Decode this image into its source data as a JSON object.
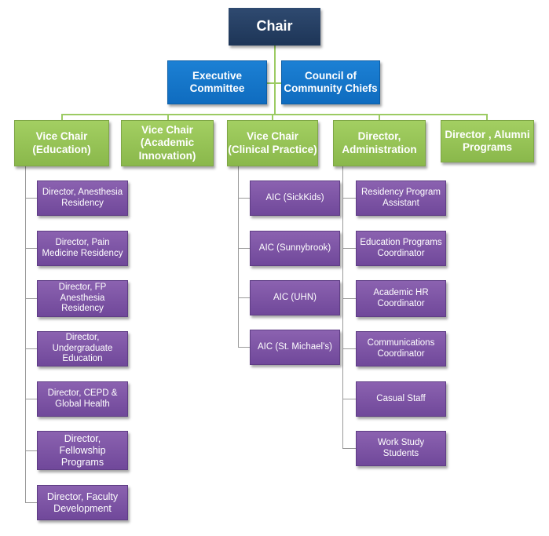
{
  "chair": "Chair",
  "executive_committee": "Executive\nCommittee",
  "council": "Council of\nCommunity Chiefs",
  "vp": [
    "Vice Chair\n(Education)",
    "Vice Chair\n(Academic\nInnovation)",
    "Vice Chair\n(Clinical Practice)",
    "Director,\nAdministration",
    "Director , Alumni\nPrograms"
  ],
  "education": [
    "Director, Anesthesia\nResidency",
    "Director, Pain\nMedicine Residency",
    "Director, FP\nAnesthesia\nResidency",
    "Director,\nUndergraduate\nEducation",
    "Director, CEPD &\nGlobal Health",
    "Director,\nFellowship\nPrograms",
    "Director, Faculty\nDevelopment"
  ],
  "clinical": [
    "AIC (SickKids)",
    "AIC (Sunnybrook)",
    "AIC (UHN)",
    "AIC (St. Michael’s)"
  ],
  "administration": [
    "Residency Program\nAssistant",
    "Education Programs\nCoordinator",
    "Academic HR\nCoordinator",
    "Communications\nCoordinator",
    "Casual Staff",
    "Work Study\nStudents"
  ]
}
